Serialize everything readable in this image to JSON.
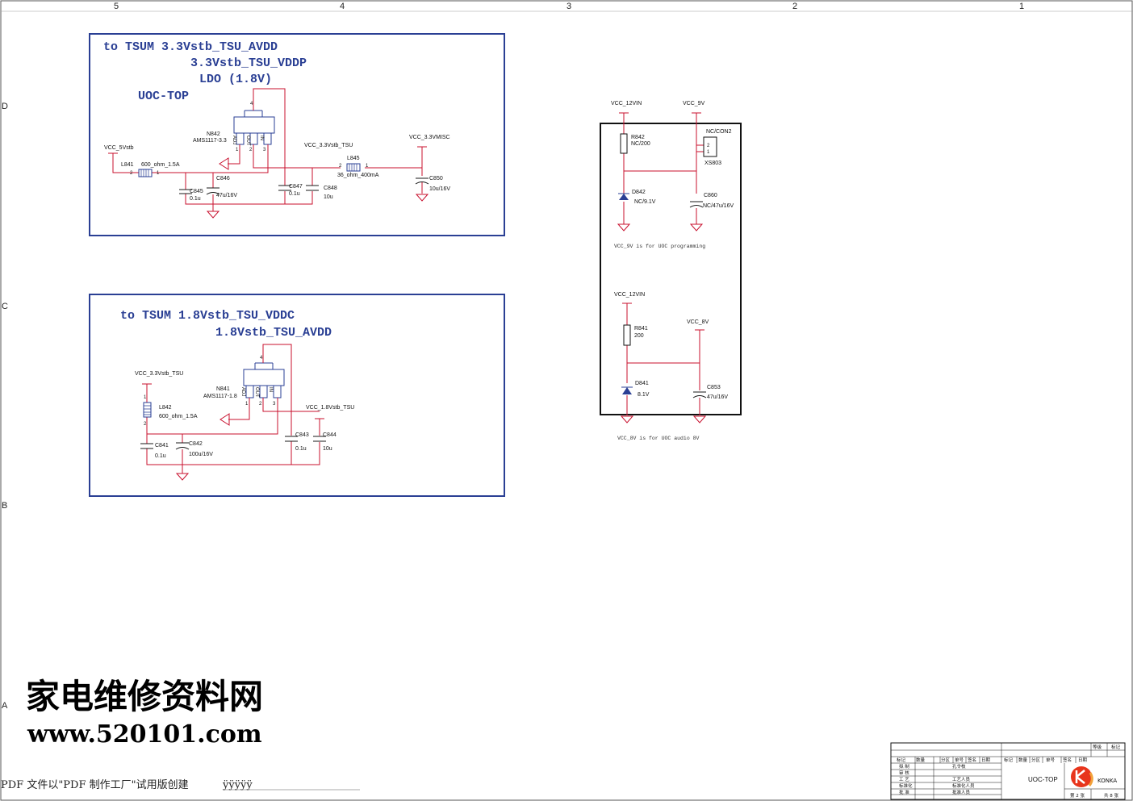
{
  "grid": {
    "cols": [
      "5",
      "4",
      "3",
      "2",
      "1"
    ],
    "rows": [
      "D",
      "C",
      "B",
      "A"
    ]
  },
  "top_block": {
    "title_1": "to TSUM 3.3Vstb_TSU_AVDD",
    "title_2": "3.3Vstb_TSU_VDDP",
    "title_3": "LDO (1.8V)",
    "title_4": "UOC-TOP",
    "reg_ref": "N842",
    "reg_part": "AMS1117-3.3",
    "pin_adj": "ADJ",
    "pin_out": "OUT",
    "pin_in": "IN",
    "pin_tab": "4",
    "pin1": "1",
    "pin2": "2",
    "pin3": "3",
    "net_in": "VCC_5Vstb",
    "net_out": "VCC_3.3Vstb_TSU",
    "net_misc": "VCC_3.3VMISC",
    "l841_ref": "L841",
    "l841_val": "600_ohm_1.5A",
    "l841_p2": "2",
    "l841_p1": "1",
    "l845_ref": "L845",
    "l845_val": "36_ohm_400mA",
    "l845_p2": "2",
    "l845_p1": "1",
    "c845_ref": "C845",
    "c845_val": "0.1u",
    "c846_ref": "C846",
    "c846_val": "47u/16V",
    "c847_ref": "C847",
    "c847_val": "0.1u",
    "c848_ref": "C848",
    "c848_val": "10u",
    "c850_ref": "C850",
    "c850_val": "10u/16V"
  },
  "bottom_block": {
    "title_1": "to TSUM  1.8Vstb_TSU_VDDC",
    "title_2": "1.8Vstb_TSU_AVDD",
    "reg_ref": "N841",
    "reg_part": "AMS1117-1.8",
    "pin_adj": "ADJ",
    "pin_out": "OUT",
    "pin_in": "IN",
    "pin_tab": "4",
    "pin1": "1",
    "pin2": "2",
    "pin3": "3",
    "net_in": "VCC_3.3Vstb_TSU",
    "net_out": "VCC_1.8Vstb_TSU",
    "l842_ref": "L842",
    "l842_val": "600_ohm_1.5A",
    "l842_p1": "1",
    "l842_p2": "2",
    "c841_ref": "C841",
    "c841_val": "0.1u",
    "c842_ref": "C842",
    "c842_val": "100u/16V",
    "c843_ref": "C843",
    "c843_val": "0.1u",
    "c844_ref": "C844",
    "c844_val": "10u"
  },
  "right_block": {
    "net_12vin_a": "VCC_12VIN",
    "net_9v": "VCC_9V",
    "r842_ref": "R842",
    "r842_val": "NC/200",
    "con_ref": "NC/CON2",
    "con_name": "XS803",
    "con_p2": "2",
    "con_p1": "1",
    "d842_ref": "D842",
    "d842_val": "NC/9.1V",
    "c860_ref": "C860",
    "c860_val": "NC/47u/16V",
    "note_9v": "VCC_9V is for UOC programming",
    "net_12vin_b": "VCC_12VIN",
    "net_8v": "VCC_8V",
    "r841_ref": "R841",
    "r841_val": "200",
    "d841_ref": "D841",
    "d841_val": "8.1V",
    "c853_ref": "C853",
    "c853_val": "47u/16V",
    "note_8v": "VCC_8V is for UOC audio 8V"
  },
  "watermark": {
    "line1": "家电维修资料网",
    "line2": "www.520101.com"
  },
  "footer": {
    "text": "PDF 文件以\"PDF 制作工厂\"试用版创建",
    "mark": "ÿÿÿÿÿ"
  },
  "title_block": {
    "stage_label": "等级",
    "mark_label": "标记",
    "hdr_mark": "标记",
    "hdr_qty": "数量",
    "hdr_zone": "分区",
    "hdr_doc": "单号",
    "hdr_sign": "签名",
    "hdr_date": "日期",
    "hdr_mark2": "标记",
    "hdr_qty2": "数量",
    "hdr_zone2": "分区",
    "hdr_doc2": "单号",
    "hdr_sign2": "签名",
    "hdr_date2": "日期",
    "row_draw": "拟 制",
    "row_review": "审 核",
    "row_process": "工 艺",
    "row_std": "标准化",
    "row_approve": "批 准",
    "person_draw": "孔令枝",
    "person_process": "工艺人员",
    "person_std": "标准化人员",
    "person_approve": "批准人员",
    "sheet_title": "UOC-TOP",
    "page": "第 2 张",
    "total": "共 8 张",
    "brand": "KONKA",
    "brand_color": "#e8351c"
  }
}
